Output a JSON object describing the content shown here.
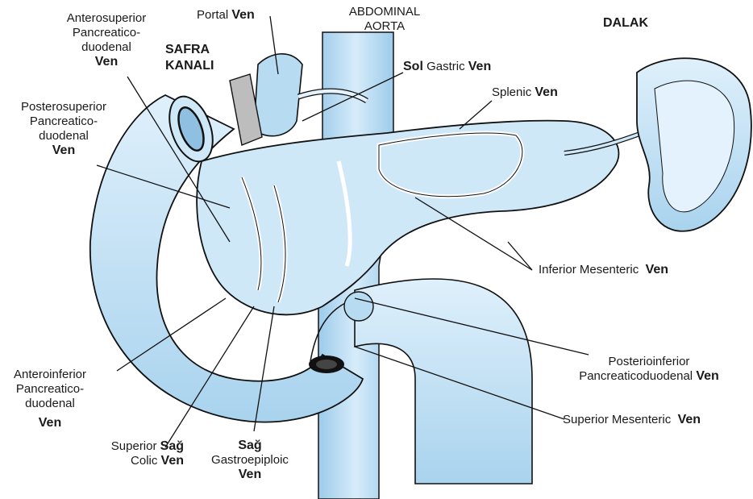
{
  "colors": {
    "organ_fill": "#c6e3f5",
    "organ_light": "#e4f3fc",
    "organ_dark": "#93c6e6",
    "outline": "#111111",
    "gray": "#bdbdbd",
    "text": "#1a1a1a"
  },
  "labels": {
    "portal": {
      "line1": "Portal",
      "line1_bold": "Ven"
    },
    "abdominal_aorta": {
      "line1": "ABDOMINAL",
      "line2": "AORTA"
    },
    "dalak": "DALAK",
    "anterosuperior": {
      "line1": "Anterosuperior",
      "line2": "Pancreatico-",
      "line3": "duodenal",
      "line4_bold": "Ven"
    },
    "safra_kanali": {
      "line1": "SAFRA",
      "line2": "KANALI"
    },
    "left_gastric": {
      "bold1": "Sol",
      "text": "Gastric",
      "bold2": "Ven"
    },
    "splenic": {
      "text": "Splenic",
      "bold": "Ven"
    },
    "posterosuperior": {
      "line1": "Posterosuperior",
      "line2": "Pancreatico-",
      "line3": "duodenal",
      "line4_bold": "Ven"
    },
    "inferior_mesenteric": {
      "text": "Inferior Mesenteric",
      "bold": "Ven"
    },
    "posterioinferior": {
      "line1": "Posterioinferior",
      "line2": "Pancreaticoduodenal",
      "line2_bold": "Ven"
    },
    "anteroinferior": {
      "line1": "Anteroinferior",
      "line2": "Pancreatico-",
      "line3": "duodenal",
      "line4_bold": "Ven"
    },
    "superior_mesenteric": {
      "text": "Superior Mesenteric",
      "bold": "Ven"
    },
    "superior_colic": {
      "line1a": "Superior",
      "line1_bold": "Sağ",
      "line2a": "Colic",
      "line2_bold": "Ven"
    },
    "right_gastroepiploic": {
      "line1_bold": "Sağ",
      "line2": "Gastroepiploic",
      "line3_bold": "Ven"
    }
  }
}
